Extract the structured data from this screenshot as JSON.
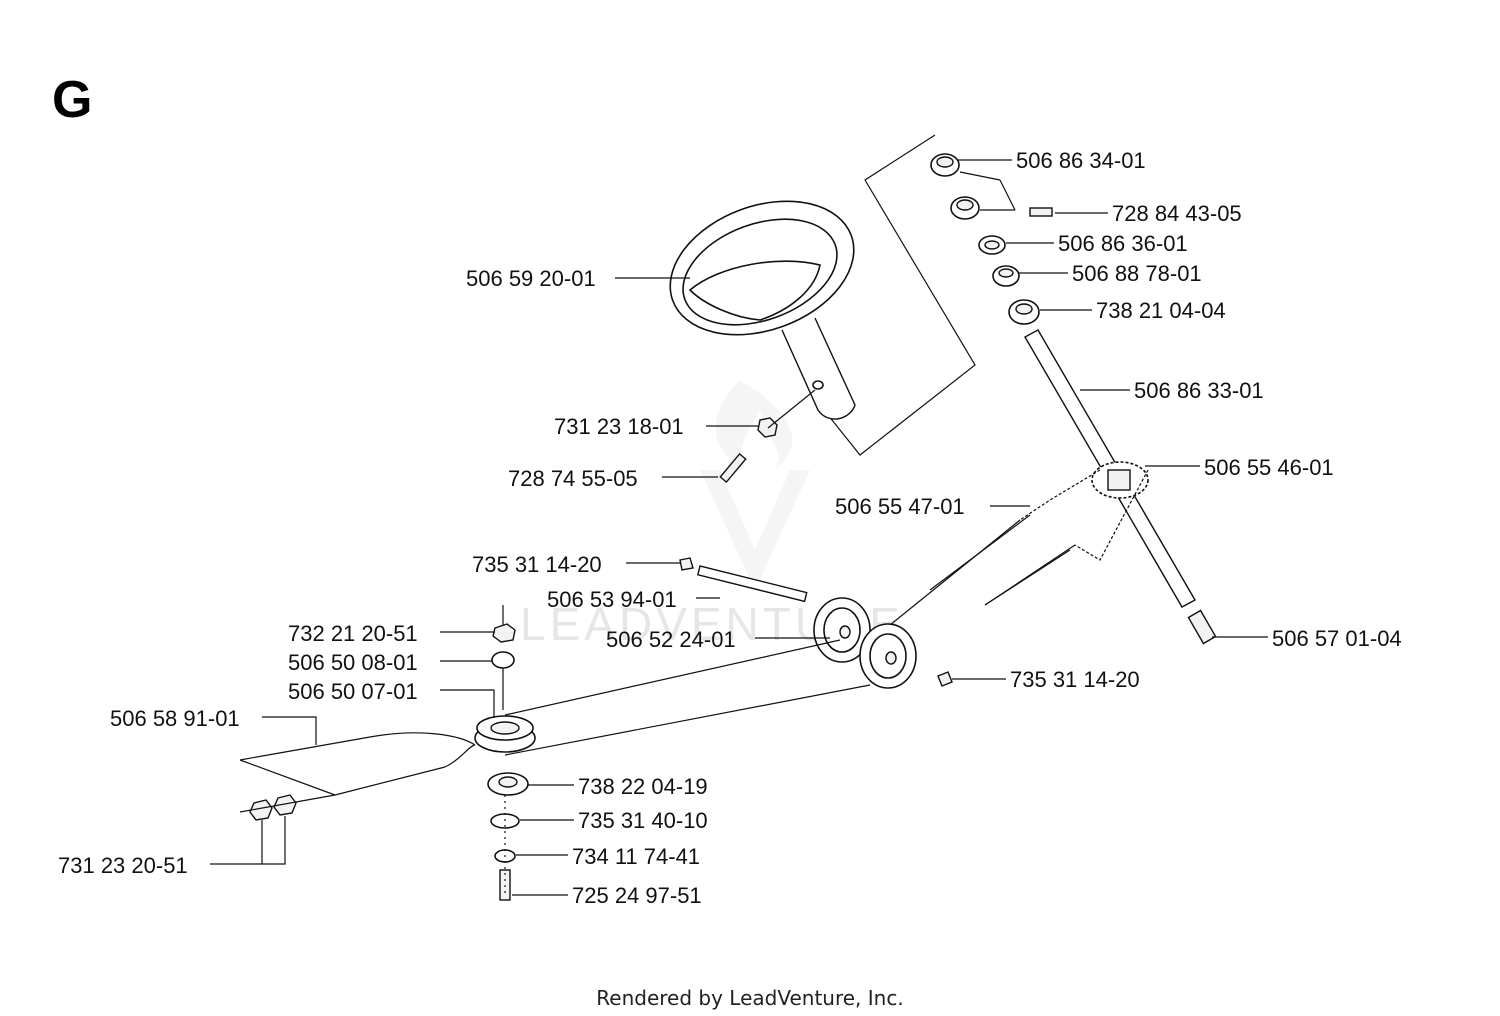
{
  "section_letter": "G",
  "footer_text": "Rendered by LeadVenture, Inc.",
  "watermark_text": "LEADVENTURE",
  "parts": [
    {
      "id": "p01",
      "number": "506 86 34-01"
    },
    {
      "id": "p02",
      "number": "728 84 43-05"
    },
    {
      "id": "p03",
      "number": "506 86 36-01"
    },
    {
      "id": "p04",
      "number": "506 88 78-01"
    },
    {
      "id": "p05",
      "number": "738 21 04-04"
    },
    {
      "id": "p06",
      "number": "506 59 20-01"
    },
    {
      "id": "p07",
      "number": "506 86 33-01"
    },
    {
      "id": "p08",
      "number": "731 23 18-01"
    },
    {
      "id": "p09",
      "number": "728 74 55-05"
    },
    {
      "id": "p10",
      "number": "506 55 46-01"
    },
    {
      "id": "p11",
      "number": "506 55 47-01"
    },
    {
      "id": "p12",
      "number": "735 31 14-20"
    },
    {
      "id": "p13",
      "number": "506 53 94-01"
    },
    {
      "id": "p14",
      "number": "506 52 24-01"
    },
    {
      "id": "p15",
      "number": "506 57 01-04"
    },
    {
      "id": "p16",
      "number": "732 21 20-51"
    },
    {
      "id": "p17",
      "number": "506 50 08-01"
    },
    {
      "id": "p18",
      "number": "735 31 14-20"
    },
    {
      "id": "p19",
      "number": "506 50 07-01"
    },
    {
      "id": "p20",
      "number": "506 58 91-01"
    },
    {
      "id": "p21",
      "number": "738 22 04-19"
    },
    {
      "id": "p22",
      "number": "735 31 40-10"
    },
    {
      "id": "p23",
      "number": "734 11 74-41"
    },
    {
      "id": "p24",
      "number": "725 24 97-51"
    },
    {
      "id": "p25",
      "number": "731 23 20-51"
    }
  ]
}
